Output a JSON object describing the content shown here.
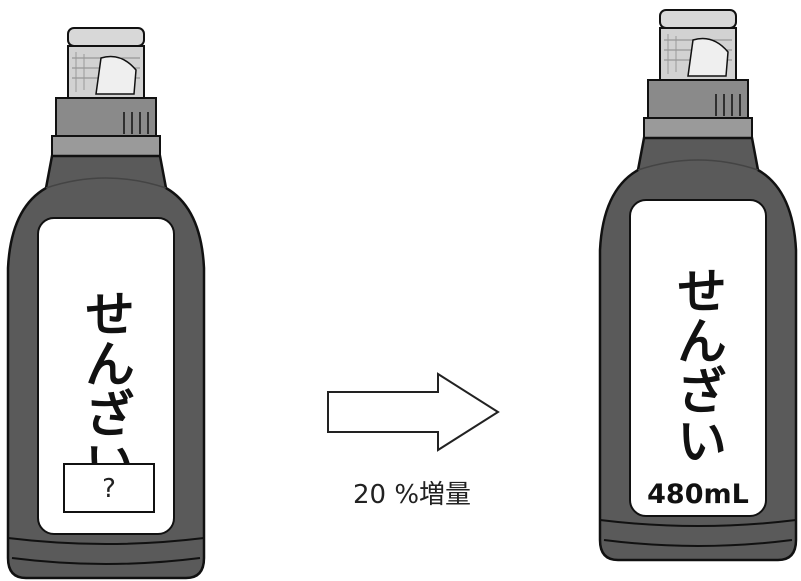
{
  "left_bottle": {
    "label_text": "せんざい",
    "volume_text": "?"
  },
  "right_bottle": {
    "label_text": "せんざい",
    "volume_text": "480mL"
  },
  "arrow_caption": "20 %増量",
  "colors": {
    "bottle_body": "#5a5a5a",
    "bottle_outline": "#111111",
    "cap": "#8a8a8a",
    "cap_top": "#d2d2d2",
    "label_bg": "#ffffff"
  }
}
